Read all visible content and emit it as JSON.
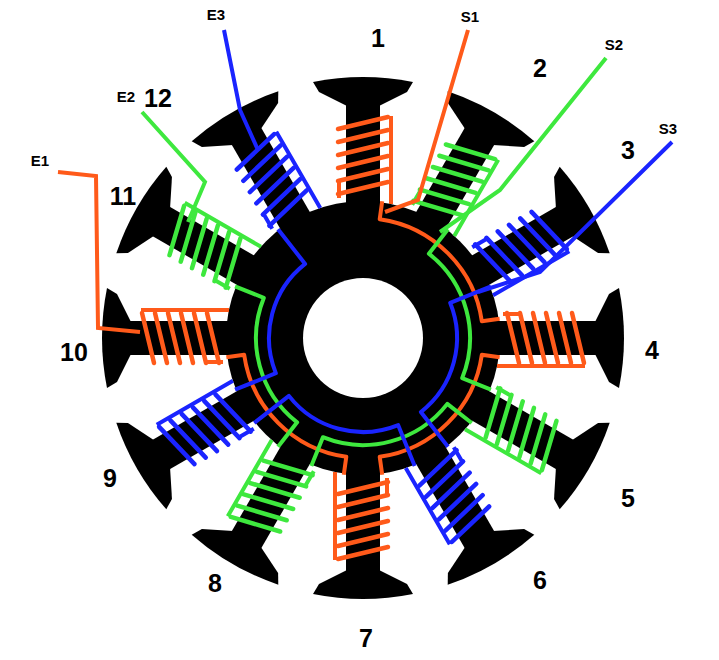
{
  "diagram": {
    "labels": [
      "1",
      "2",
      "3",
      "4",
      "5",
      "6",
      "7",
      "8",
      "9",
      "10",
      "11",
      "12",
      "S1",
      "S2",
      "S3",
      "E1",
      "E2",
      "E3"
    ]
  }
}
